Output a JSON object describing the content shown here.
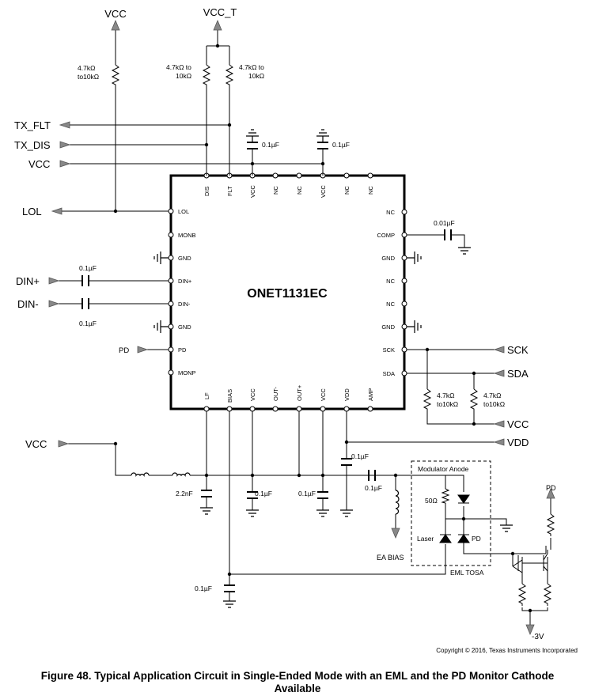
{
  "chip": {
    "name": "ONET1131EC",
    "pins_top": [
      "DIS",
      "FLT",
      "VCC",
      "NC",
      "NC",
      "VCC",
      "NC",
      "NC"
    ],
    "pins_left": [
      "LOL",
      "MONB",
      "GND",
      "DIN+",
      "DIN-",
      "GND",
      "PD",
      "MONP"
    ],
    "pins_right": [
      "NC",
      "COMP",
      "GND",
      "NC",
      "NC",
      "GND",
      "SCK",
      "SDA"
    ],
    "pins_bottom": [
      "LF",
      "BIAS",
      "VCC",
      "OUT-",
      "OUT+",
      "VCC",
      "VDD",
      "AMP"
    ]
  },
  "signals": {
    "vcc_top": "VCC",
    "vcc_t": "VCC_T",
    "tx_flt": "TX_FLT",
    "tx_dis": "TX_DIS",
    "vcc_left": "VCC",
    "lol": "LOL",
    "din_p": "DIN+",
    "din_n": "DIN-",
    "pd_in": "PD",
    "sck": "SCK",
    "sda": "SDA",
    "vcc_right": "VCC",
    "vdd": "VDD",
    "vcc_bottom": "VCC",
    "ea_bias": "EA BIAS",
    "pd_right": "PD",
    "neg3v": "-3V"
  },
  "components": {
    "r_pullup_vcc": [
      "4.7kΩ",
      "to10kΩ"
    ],
    "r_pullup_vcct_left": [
      "4.7kΩ  to",
      "10kΩ"
    ],
    "r_pullup_vcct_right": [
      "4.7kΩ  to",
      "10kΩ"
    ],
    "c_top_1": "0.1µF",
    "c_top_2": "0.1µF",
    "c_comp": "0.01µF",
    "c_din_p": "0.1µF",
    "c_din_n": "0.1µF",
    "r_sck": [
      "4.7kΩ",
      "to10kΩ"
    ],
    "r_sda": [
      "4.7kΩ",
      "to10kΩ"
    ],
    "c_lf": "2.2nF",
    "c_vcc_b1": "0.1µF",
    "c_vcc_b2": "0.1µF",
    "c_vdd": "0.1µF",
    "c_out": "0.1µF",
    "c_bias": "0.1µF"
  },
  "tosa": {
    "modulator_label": "Modulator Anode",
    "r50": "50Ω",
    "laser": "Laser",
    "pd": "PD",
    "title": "EML TOSA"
  },
  "copyright": "Copyright © 2016, Texas Instruments Incorporated",
  "caption": {
    "line1": "Figure 48.  Typical Application Circuit in Single-Ended Mode with an EML and the PD Monitor Cathode",
    "line2": "Available"
  }
}
